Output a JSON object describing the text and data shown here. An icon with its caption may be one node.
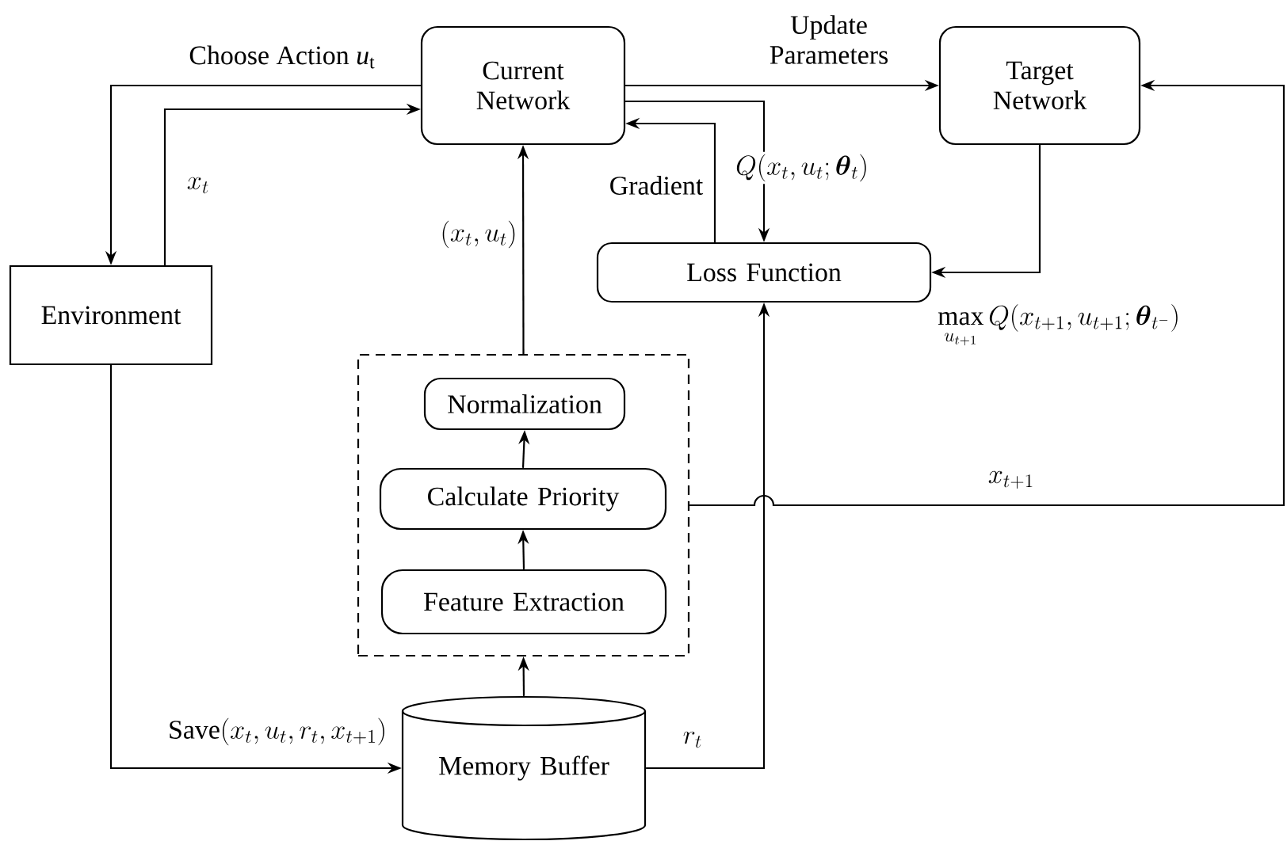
{
  "diagram": {
    "nodes": [
      {
        "text": [
          "Current Network"
        ]
      },
      {
        "text": [
          "Target Network"
        ]
      },
      {
        "text": [
          "Loss Function"
        ]
      },
      {
        "text": [
          "Environment"
        ]
      },
      {
        "text": [],
        "shape": "box"
      },
      {
        "text": [
          "Normalization"
        ],
        "in": 4
      },
      {
        "text": [
          "Calculate Priority"
        ],
        "in": 4
      },
      {
        "text": [
          "Feature Extraction"
        ],
        "in": 4
      },
      {
        "text": [
          "Memory Buffer"
        ]
      }
    ],
    "edges": [
      {
        "from": 0,
        "to": 3,
        "arrow": "to",
        "label": "Choose Action *u*$_{t}$"
      },
      {
        "from": 3,
        "to": 0,
        "arrow": "to",
        "label": "x_t"
      },
      {
        "from": 0,
        "to": 1,
        "arrow": "to",
        "label": "Update Parameters"
      },
      {
        "from": 0,
        "to": 2,
        "arrow": "to",
        "label": "Q(x_t,u_t;\\boldsymbol{\\theta}_t)"
      },
      {
        "from": 2,
        "to": 0,
        "arrow": "to",
        "label": "Gradient"
      },
      {
        "from": 1,
        "to": 2,
        "arrow": "to",
        "label": "\\max\\limits_{u_{t+1}} Q(x_{t+1},u_{t+1};\\boldsymbol{\\theta}_{t^{-}})"
      },
      {
        "from": 4,
        "to": 0,
        "arrow": "to",
        "label": "(x_t,u_t)"
      },
      {
        "from": 8,
        "to": 4,
        "arrow": "to"
      },
      {
        "from": 7,
        "to": 6,
        "arrow": "to"
      },
      {
        "from": 6,
        "to": 5,
        "arrow": "to"
      },
      {
        "from": 3,
        "to": 8,
        "arrow": "to",
        "label": "\\mathrm{Save}(x_t,u_t,r_t,x_{t+1})"
      },
      {
        "from": 8,
        "to": 2,
        "arrow": "to",
        "label": "r_t"
      },
      {
        "from": 4,
        "to": 1,
        "arrow": "to",
        "label": "x_{t+1}"
      }
    ]
  }
}
